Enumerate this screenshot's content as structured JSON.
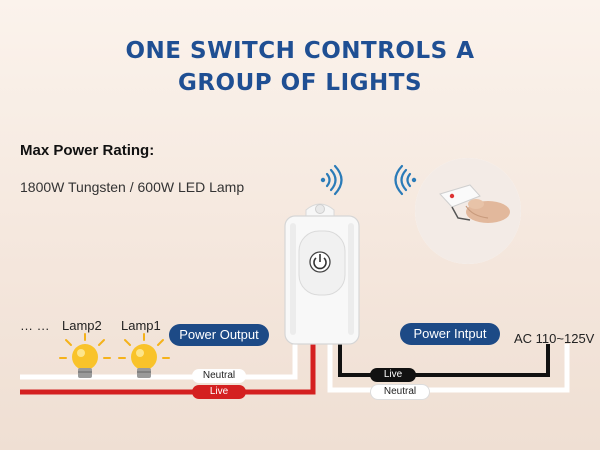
{
  "title": {
    "line1": "ONE SWITCH CONTROLS A",
    "line2": "GROUP OF LIGHTS"
  },
  "rating": {
    "label": "Max Power Rating:",
    "value": "1800W Tungsten / 600W LED Lamp"
  },
  "lamps": {
    "ellipsis": "… …",
    "lamp2": "Lamp2",
    "lamp1": "Lamp1"
  },
  "output_label": "Power Output",
  "input_label": "Power Intput",
  "ac_label": "AC 110~125V",
  "wire_labels": {
    "neutral_left": "Neutral",
    "live_left": "Live",
    "live_right": "Live",
    "neutral_right": "Neutral"
  },
  "colors": {
    "title": "#1f4f93",
    "pill": "#1d4a86",
    "live_left": "#d42020",
    "live_right": "#111111",
    "neutral": "#ffffff",
    "signal": "#2a7bb8"
  },
  "icons": [
    "wifi-signal-icon",
    "power-icon",
    "lightbulb-icon"
  ]
}
